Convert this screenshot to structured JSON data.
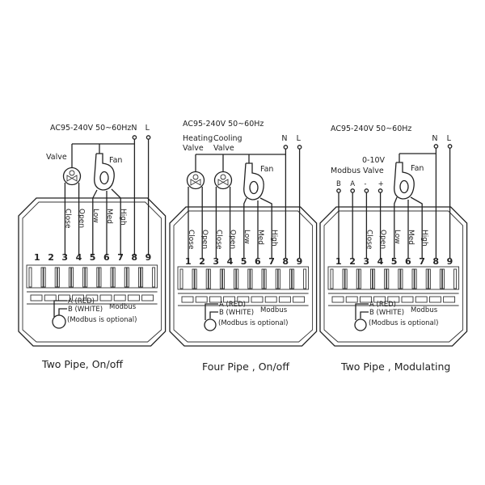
{
  "panels": [
    {
      "caption": "Two Pipe, On/off",
      "supply": "AC95-240V  50~60Hz",
      "neutral": "N",
      "live": "L",
      "device_labels": [
        "Valve",
        "Fan"
      ],
      "terminal_numbers": [
        "1",
        "2",
        "3",
        "4",
        "5",
        "6",
        "7",
        "8",
        "9"
      ],
      "terminal_labels": [
        "",
        "",
        "Close",
        "Open",
        "Low",
        "Med",
        "High",
        "",
        ""
      ],
      "modbus": {
        "a": "A (RED)",
        "b": "B (WHITE)",
        "title": "Modbus",
        "note": "(Modbus is optional)"
      }
    },
    {
      "caption": "Four Pipe , On/off",
      "supply": "AC95-240V  50~60Hz",
      "neutral": "N",
      "live": "L",
      "device_labels": [
        "Heating",
        "Valve",
        "Cooling",
        "Valve",
        "Fan"
      ],
      "terminal_numbers": [
        "1",
        "2",
        "3",
        "4",
        "5",
        "6",
        "7",
        "8",
        "9"
      ],
      "terminal_labels": [
        "Close",
        "Open",
        "Close",
        "Open",
        "Low",
        "Med",
        "High",
        "",
        ""
      ],
      "modbus": {
        "a": "A (RED)",
        "b": "B (WHITE)",
        "title": "Modbus",
        "note": "(Modbus is optional)"
      }
    },
    {
      "caption": "Two Pipe , Modulating",
      "supply": "AC95-240V  50~60Hz",
      "neutral": "N",
      "live": "L",
      "device_labels": [
        "0-10V",
        "Modbus Valve",
        "Fan"
      ],
      "signal_labels": [
        "B",
        "A",
        "-",
        "+"
      ],
      "terminal_numbers": [
        "1",
        "2",
        "3",
        "4",
        "5",
        "6",
        "7",
        "8",
        "9"
      ],
      "terminal_labels": [
        "",
        "",
        "Close",
        "Open",
        "Low",
        "Med",
        "High",
        "",
        ""
      ],
      "modbus": {
        "a": "A (RED)",
        "b": "B (WHITE)",
        "title": "Modbus",
        "note": "(Modbus is optional)"
      }
    }
  ]
}
